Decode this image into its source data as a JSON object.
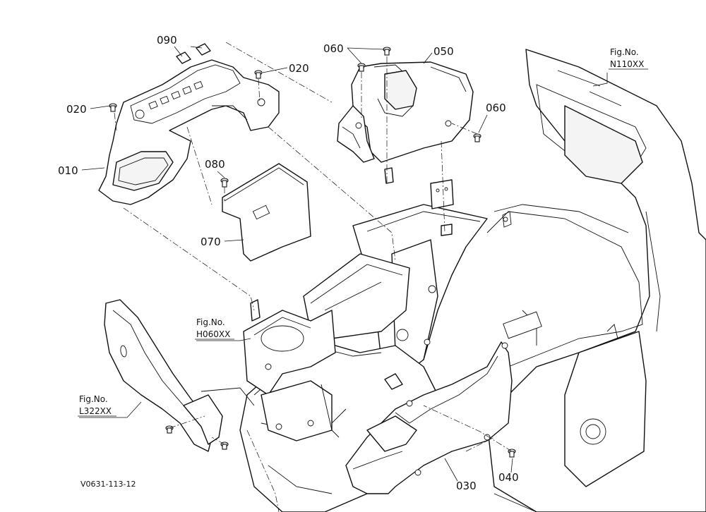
{
  "callouts": [
    {
      "id": "p090",
      "text": "090"
    },
    {
      "id": "p020a",
      "text": "020"
    },
    {
      "id": "p020b",
      "text": "020"
    },
    {
      "id": "p010",
      "text": "010"
    },
    {
      "id": "p080",
      "text": "080"
    },
    {
      "id": "p070",
      "text": "070"
    },
    {
      "id": "p060a",
      "text": "060"
    },
    {
      "id": "p050",
      "text": "050"
    },
    {
      "id": "p060b",
      "text": "060"
    },
    {
      "id": "p030",
      "text": "030"
    },
    {
      "id": "p040",
      "text": "040"
    }
  ],
  "figure_refs": [
    {
      "line1": "Fig.No.",
      "line2": "N110XX"
    },
    {
      "line1": "Fig.No.",
      "line2": "H060XX"
    },
    {
      "line1": "Fig.No.",
      "line2": "L322XX"
    }
  ],
  "drawing_code": "V0631-113-12"
}
